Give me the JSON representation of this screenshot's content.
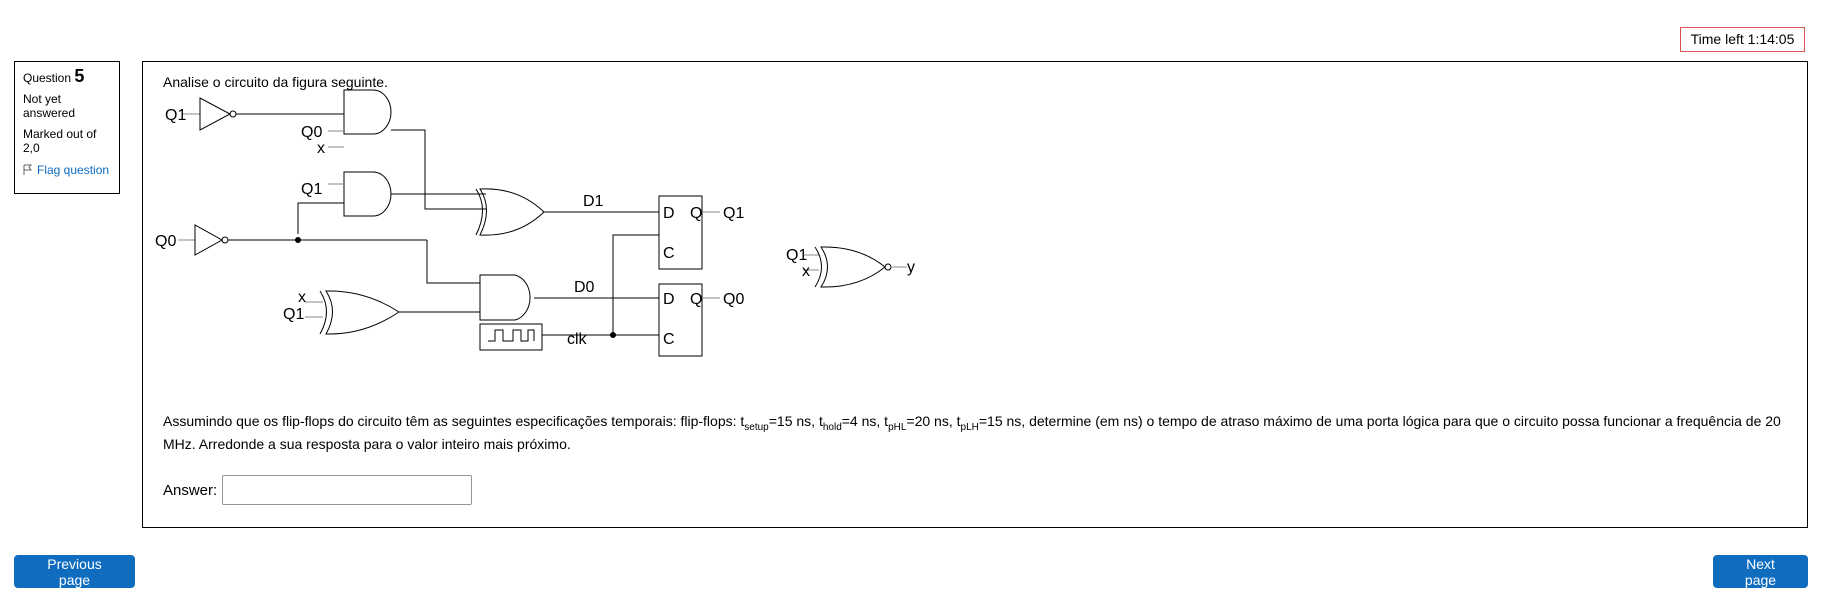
{
  "timer": {
    "label": "Time left",
    "value": "1:14:05"
  },
  "question_info": {
    "question_prefix": "Question",
    "number": "5",
    "state": "Not yet answered",
    "grade": "Marked out of 2,0",
    "flag_label": "Flag question"
  },
  "question": {
    "prompt": "Analise o circuito da figura seguinte.",
    "text_part1": "Assumindo que os flip-flops do circuito têm as seguintes especificações temporais: flip-flops: t",
    "sub_setup": "setup",
    "text_part2": "=15 ns, t",
    "sub_hold": "hold",
    "text_part3": "=4 ns, t",
    "sub_phl": "pHL",
    "text_part4": "=20 ns, t",
    "sub_plh": "pLH",
    "text_part5": "=15 ns, determine (em ns) o tempo de atraso  máximo de uma porta lógica para que o circuito possa funcionar a frequência de 20 MHz. Arredonde a sua resposta para o valor inteiro mais próximo.",
    "answer_label": "Answer:",
    "answer_value": ""
  },
  "circuit": {
    "labels": {
      "q1_in_top": "Q1",
      "q0_and1": "Q0",
      "x_and1": "x",
      "q1_and2": "Q1",
      "q0_in": "Q0",
      "x_xor": "x",
      "q1_xor": "Q1",
      "d1": "D1",
      "d0": "D0",
      "clk": "clk",
      "ff_d_top": "D",
      "ff_q_top": "Q",
      "ff_c_top": "C",
      "ff_d_bot": "D",
      "ff_q_bot": "Q",
      "ff_c_bot": "C",
      "q1_out": "Q1",
      "q0_out": "Q0",
      "xnor_q1": "Q1",
      "xnor_x": "x",
      "y_out": "y"
    }
  },
  "nav": {
    "prev_label": "Previous page",
    "next_label": "Next page"
  }
}
